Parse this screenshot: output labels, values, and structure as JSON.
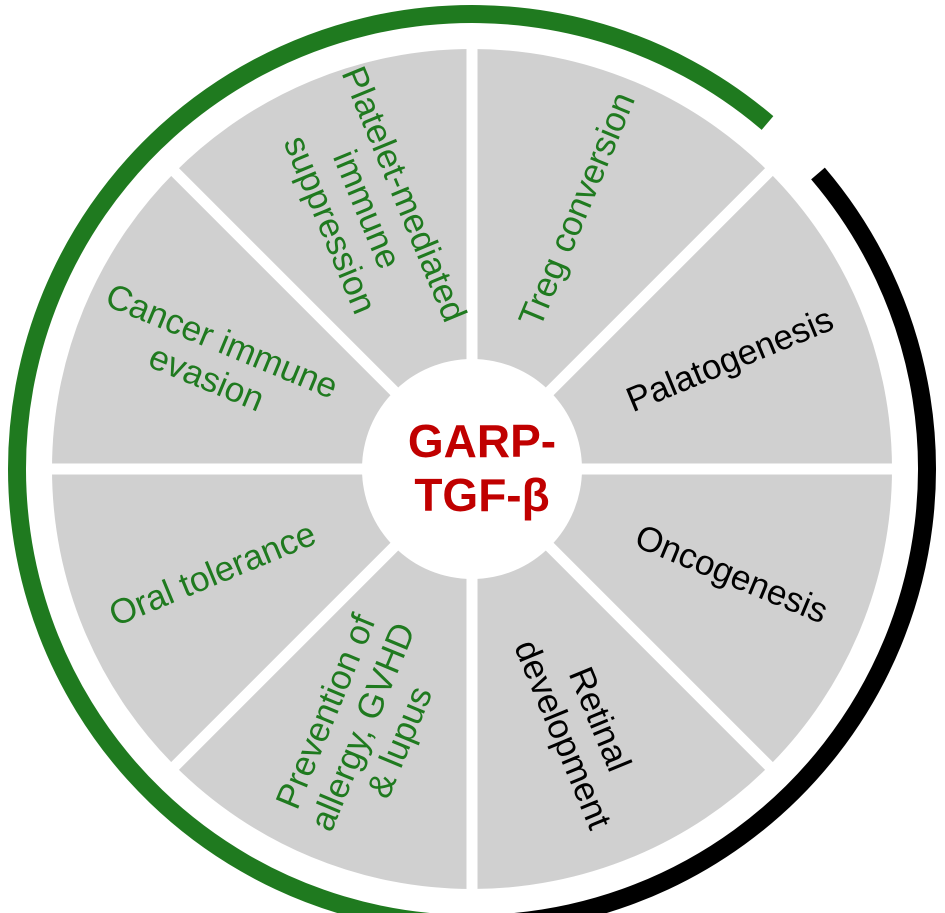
{
  "center": {
    "lines": [
      "GARP-",
      "TGF-β"
    ],
    "color": "#c00000"
  },
  "colors": {
    "segment_fill": "#d0d0d0",
    "gap": "#ffffff",
    "green": "#1f7a1f",
    "black": "#000000"
  },
  "segments": [
    {
      "id": "treg-conversion",
      "lines": [
        "Treg conversion"
      ],
      "category": "green"
    },
    {
      "id": "palatogenesis",
      "lines": [
        "Palatogenesis"
      ],
      "category": "black"
    },
    {
      "id": "oncogenesis",
      "lines": [
        "Oncogenesis"
      ],
      "category": "black"
    },
    {
      "id": "retinal-development",
      "lines": [
        "Retinal",
        "development"
      ],
      "category": "black"
    },
    {
      "id": "prevention",
      "lines": [
        "Prevention of",
        "allergy, GVHD",
        "& lupus"
      ],
      "category": "green"
    },
    {
      "id": "oral-tolerance",
      "lines": [
        "Oral tolerance"
      ],
      "category": "green"
    },
    {
      "id": "cancer-immune-evasion",
      "lines": [
        "Cancer immune",
        "evasion"
      ],
      "category": "green"
    },
    {
      "id": "platelet-immune-suppression",
      "lines": [
        "Platelet-mediated",
        "immune",
        "suppression"
      ],
      "category": "green"
    }
  ],
  "outer_arcs": [
    {
      "category": "green"
    },
    {
      "category": "black"
    }
  ]
}
